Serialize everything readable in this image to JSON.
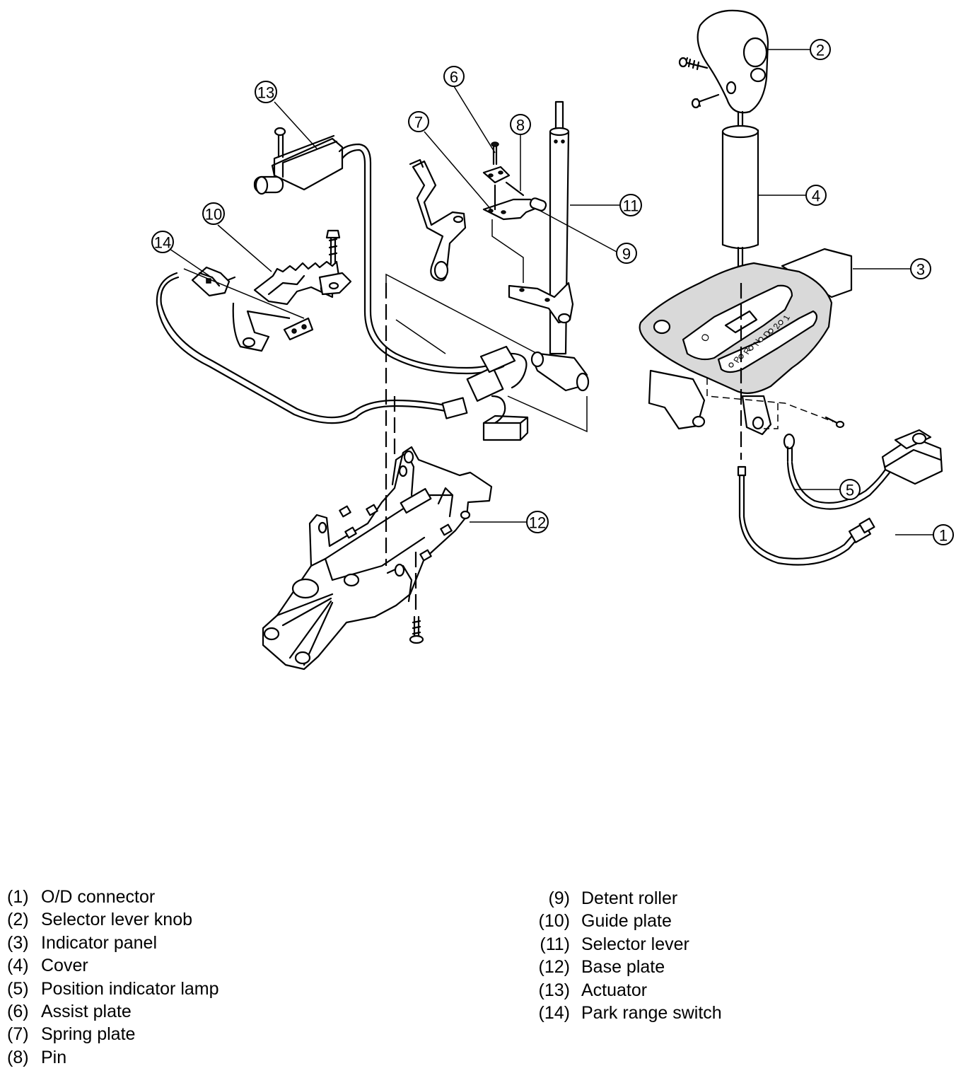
{
  "callouts": [
    "1",
    "2",
    "3",
    "4",
    "5",
    "6",
    "7",
    "8",
    "9",
    "10",
    "11",
    "12",
    "13",
    "14"
  ],
  "legend_left": [
    {
      "num": "(1)",
      "label": "O/D connector"
    },
    {
      "num": "(2)",
      "label": "Selector lever knob"
    },
    {
      "num": "(3)",
      "label": "Indicator panel"
    },
    {
      "num": "(4)",
      "label": "Cover"
    },
    {
      "num": "(5)",
      "label": "Position indicator lamp"
    },
    {
      "num": "(6)",
      "label": "Assist plate"
    },
    {
      "num": "(7)",
      "label": "Spring plate"
    },
    {
      "num": "(8)",
      "label": "Pin"
    }
  ],
  "legend_right": [
    {
      "num": "(9)",
      "label": "Detent roller"
    },
    {
      "num": "(10)",
      "label": "Guide plate"
    },
    {
      "num": "(11)",
      "label": "Selector lever"
    },
    {
      "num": "(12)",
      "label": "Base plate"
    },
    {
      "num": "(13)",
      "label": "Actuator"
    },
    {
      "num": "(14)",
      "label": "Park range switch"
    }
  ],
  "panel_letters": [
    "P",
    "R",
    "N",
    "D",
    "2",
    "1"
  ],
  "od_letter": "O"
}
